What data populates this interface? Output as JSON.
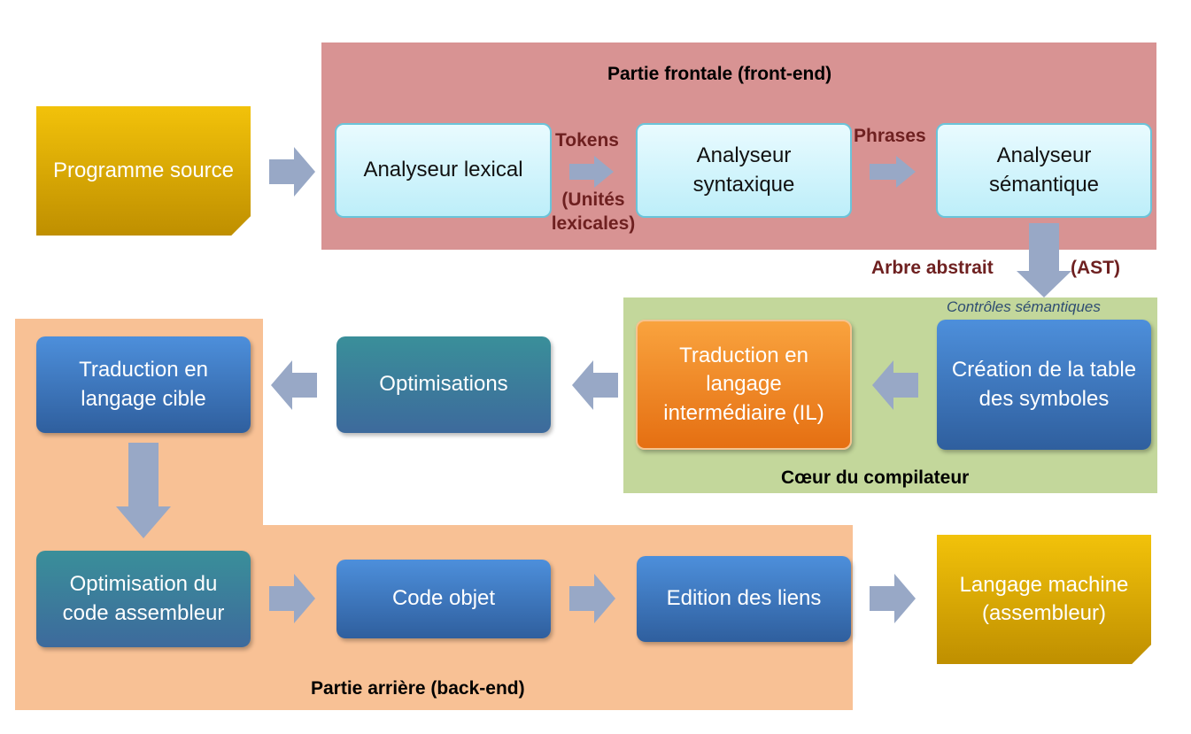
{
  "regions": {
    "front_end": "Partie frontale (front-end)",
    "core": "Cœur du compilateur",
    "back_end": "Partie arrière (back-end)"
  },
  "nodes": {
    "source": "Programme source",
    "lexical": "Analyseur lexical",
    "syntax": "Analyseur syntaxique",
    "semantic": "Analyseur sémantique",
    "symbols": "Création de la table des symboles",
    "il": "Traduction en langage intermédiaire (IL)",
    "optim": "Optimisations",
    "target": "Traduction en langage cible",
    "asm_optim": "Optimisation du code assembleur",
    "object": "Code objet",
    "link": "Edition des liens",
    "machine": "Langage machine (assembleur)"
  },
  "edge_labels": {
    "tokens": "Tokens",
    "units": "(Unités lexicales)",
    "phrases": "Phrases",
    "ast_left": "Arbre abstrait",
    "ast_right": "(AST)",
    "controls": "Contrôles sémantiques"
  },
  "colors": {
    "front_end_bg": "#d89393",
    "core_bg": "#c3d79b",
    "back_end_bg": "#f8c195",
    "arrow": "#98a8c6",
    "label_dark_red": "#6e2020"
  }
}
